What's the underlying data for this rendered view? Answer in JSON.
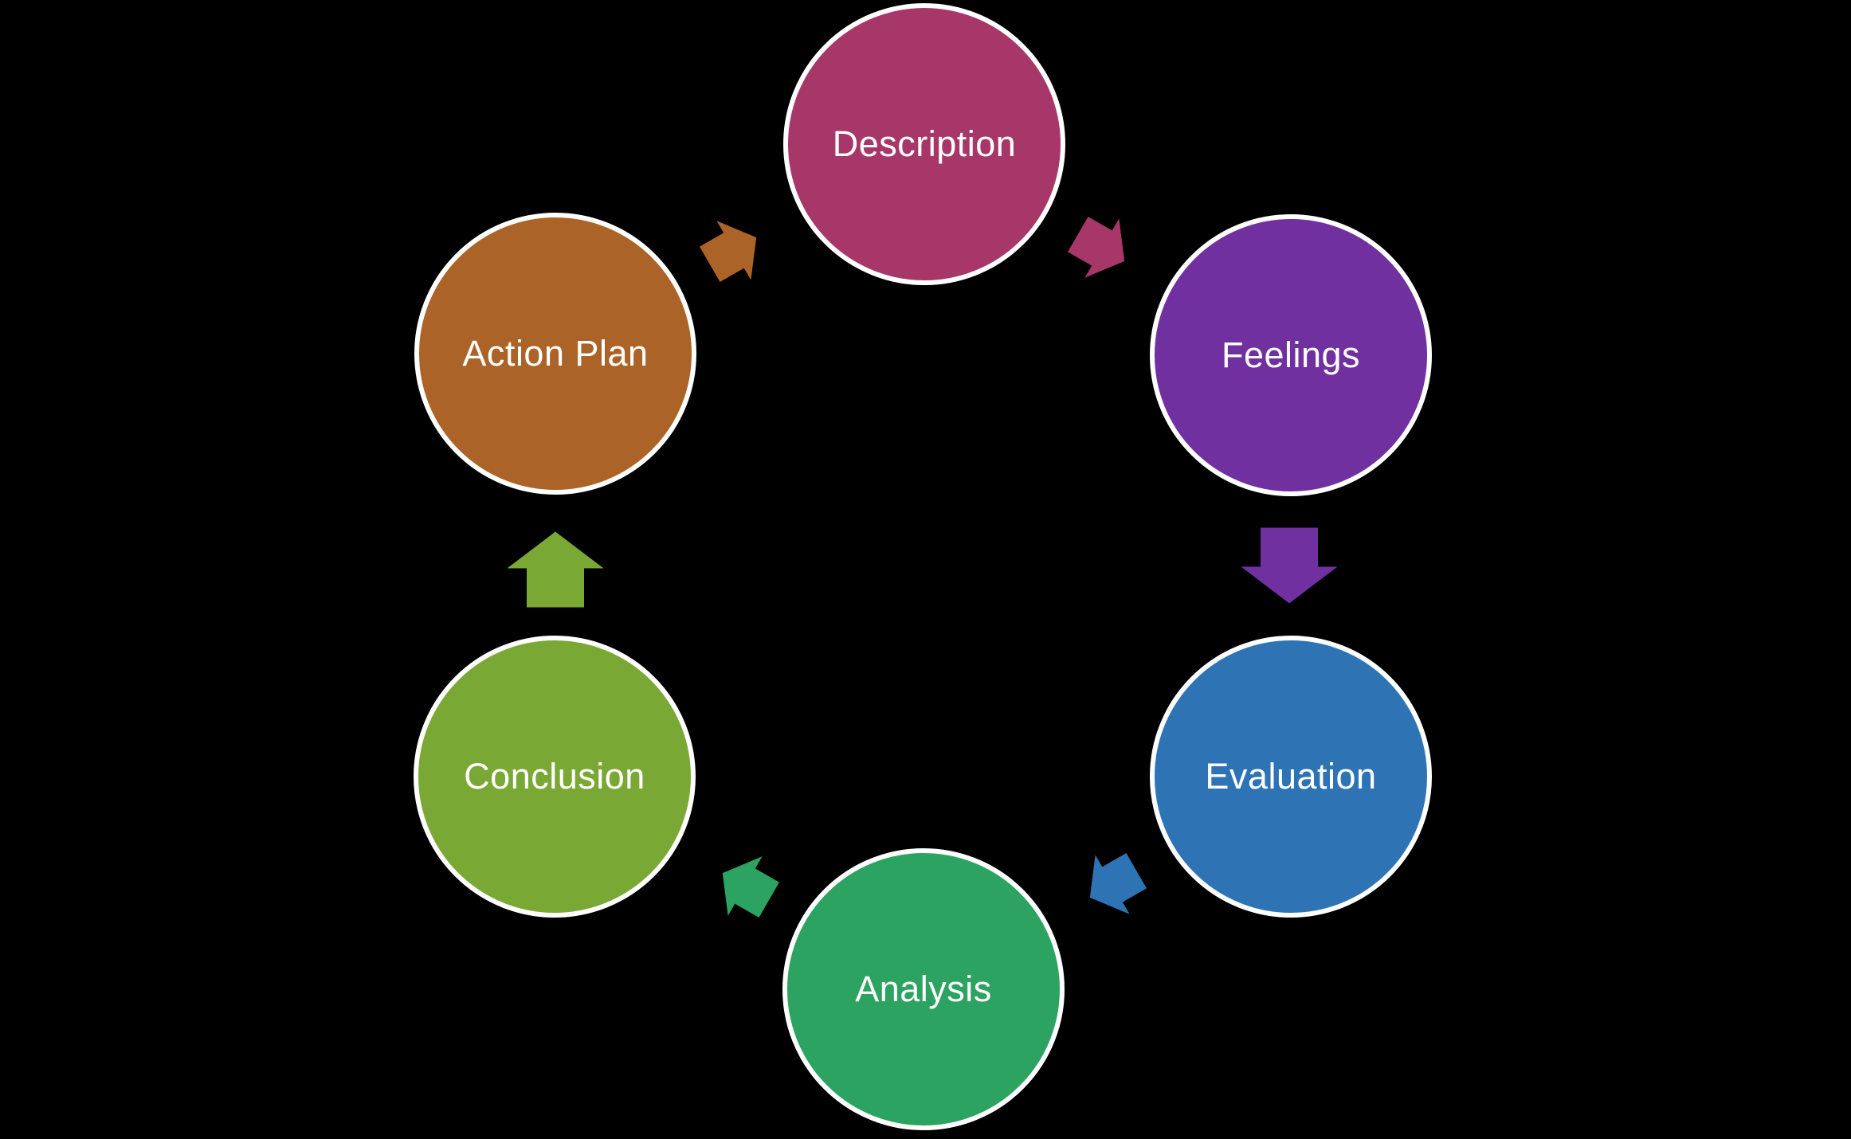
{
  "diagram": {
    "background": "#000000",
    "node_border_color": "#FFFFFF",
    "text_color": "#FFFFFF",
    "nodes": [
      {
        "label": "Description",
        "color": "#A63768"
      },
      {
        "label": "Feelings",
        "color": "#7030A0"
      },
      {
        "label": "Evaluation",
        "color": "#2E74B5"
      },
      {
        "label": "Analysis",
        "color": "#2CA360"
      },
      {
        "label": "Conclusion",
        "color": "#7AA834"
      },
      {
        "label": "Action Plan",
        "color": "#AC6327"
      }
    ],
    "arrows": [
      {
        "from": "Description",
        "to": "Feelings",
        "direction": "down-right",
        "color": "#A63768"
      },
      {
        "from": "Feelings",
        "to": "Evaluation",
        "direction": "down",
        "color": "#7030A0"
      },
      {
        "from": "Evaluation",
        "to": "Analysis",
        "direction": "down-left",
        "color": "#2E74B5"
      },
      {
        "from": "Analysis",
        "to": "Conclusion",
        "direction": "up-left",
        "color": "#2CA360"
      },
      {
        "from": "Conclusion",
        "to": "Action Plan",
        "direction": "up",
        "color": "#7AA834"
      },
      {
        "from": "Action Plan",
        "to": "Description",
        "direction": "up-right",
        "color": "#AC6327"
      }
    ]
  }
}
